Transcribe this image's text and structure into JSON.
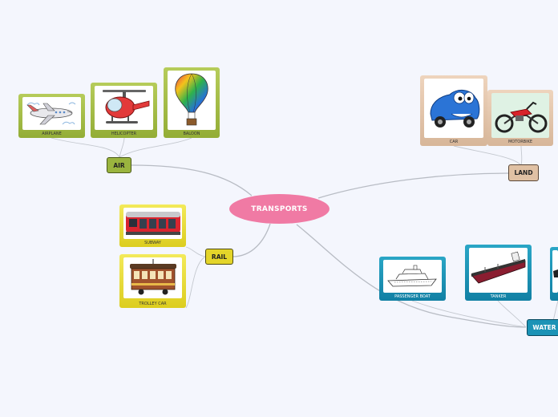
{
  "central_topic": "TRANSPORTS",
  "branches": {
    "air": {
      "label": "AIR",
      "color": "#9ab43e",
      "items": [
        {
          "label": "AIRPLANE",
          "icon": "airplane-icon"
        },
        {
          "label": "HELICOPTER",
          "icon": "helicopter-icon"
        },
        {
          "label": "BALOON",
          "icon": "hot-air-balloon-icon"
        }
      ]
    },
    "rail": {
      "label": "RAIL",
      "color": "#e4d52a",
      "items": [
        {
          "label": "SUBWAY",
          "icon": "subway-train-icon"
        },
        {
          "label": "TROLLEY CAR",
          "icon": "trolley-car-icon"
        }
      ]
    },
    "land": {
      "label": "LAND",
      "color": "#e0c1a4",
      "items": [
        {
          "label": "CAR",
          "icon": "car-icon"
        },
        {
          "label": "MOTORBIKE",
          "icon": "motorbike-icon"
        }
      ]
    },
    "water": {
      "label": "WATER",
      "color": "#1b93b6",
      "items": [
        {
          "label": "PASSENGER BOAT",
          "icon": "passenger-boat-icon"
        },
        {
          "label": "TANKER",
          "icon": "tanker-ship-icon"
        },
        {
          "label": "",
          "icon": "boat-icon"
        }
      ]
    }
  },
  "colors": {
    "background": "#f4f6fd",
    "central": "#f07aa4",
    "connector": "#b8bcc4"
  }
}
